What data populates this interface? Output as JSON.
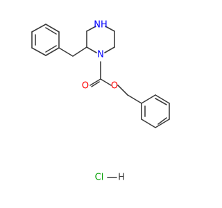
{
  "molecule": {
    "atoms": [
      {
        "id": "N1",
        "label": "N",
        "color": "#0000ff",
        "name": "nitrogen-n1-label"
      },
      {
        "id": "N4",
        "label": "NH",
        "color": "#0000ff",
        "name": "nitrogen-nh-label"
      },
      {
        "id": "O1",
        "label": "O",
        "color": "#ff0000",
        "name": "oxygen-carbonyl-label"
      },
      {
        "id": "O2",
        "label": "O",
        "color": "#ff0000",
        "name": "oxygen-ester-label"
      },
      {
        "id": "HCl",
        "label": "Cl",
        "color": "#00a000",
        "name": "chlorine-label"
      },
      {
        "id": "H",
        "label": "H",
        "color": "#3c3c3c",
        "name": "hydrogen-label"
      }
    ]
  }
}
